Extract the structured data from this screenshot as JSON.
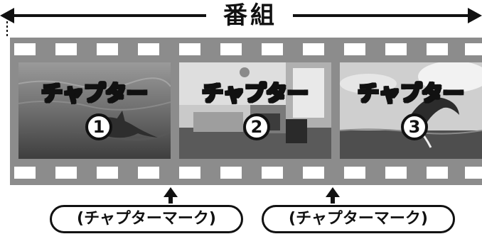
{
  "program": {
    "label": "番組"
  },
  "chapters": [
    {
      "label": "チャプター",
      "number": "1"
    },
    {
      "label": "チャプター",
      "number": "2"
    },
    {
      "label": "チャプター",
      "number": "3"
    }
  ],
  "chapter_marks": [
    {
      "label": "(チャプターマーク)"
    },
    {
      "label": "(チャプターマーク)"
    }
  ]
}
